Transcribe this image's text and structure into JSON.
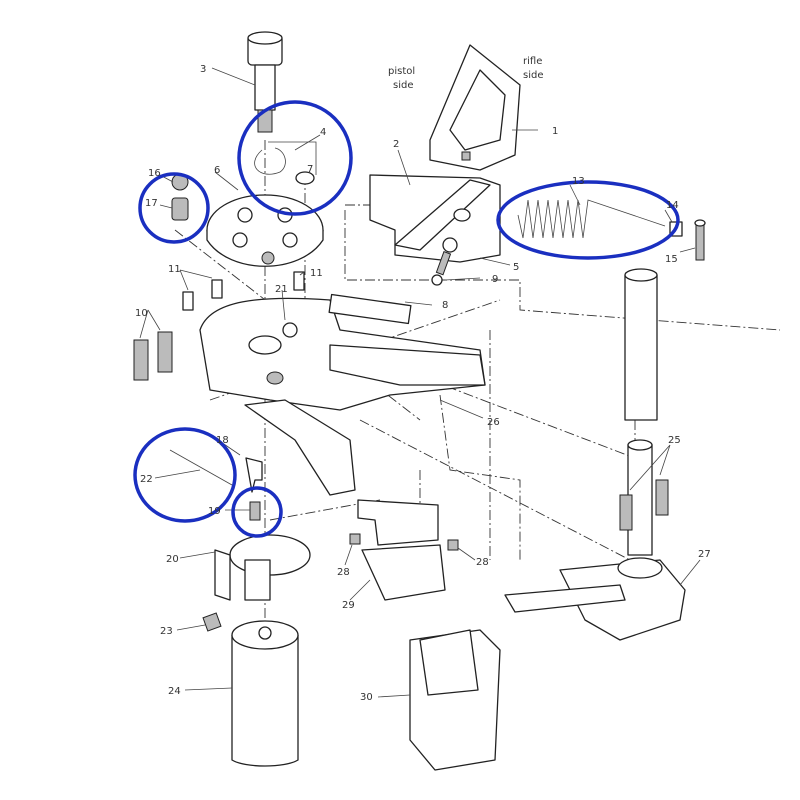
{
  "labels": {
    "p1": "1",
    "p2": "2",
    "p3": "3",
    "p4": "4",
    "p5": "5",
    "p6": "6",
    "p7": "7",
    "p8": "8",
    "p9": "9",
    "p10": "10",
    "p11a": "11",
    "p11b": "11",
    "p13": "13",
    "p14": "14",
    "p15": "15",
    "p16": "16",
    "p17": "17",
    "p18": "18",
    "p19": "19",
    "p20": "20",
    "p21": "21",
    "p22": "22",
    "p23": "23",
    "p24": "24",
    "p25": "25",
    "p26": "26",
    "p27": "27",
    "p28a": "28",
    "p28b": "28",
    "p29": "29",
    "p30": "30",
    "pistol_1": "pistol",
    "pistol_2": "side",
    "rifle_1": "rifle",
    "rifle_2": "side"
  },
  "colors": {
    "highlight": "#1a2fc0",
    "line": "#222222"
  }
}
